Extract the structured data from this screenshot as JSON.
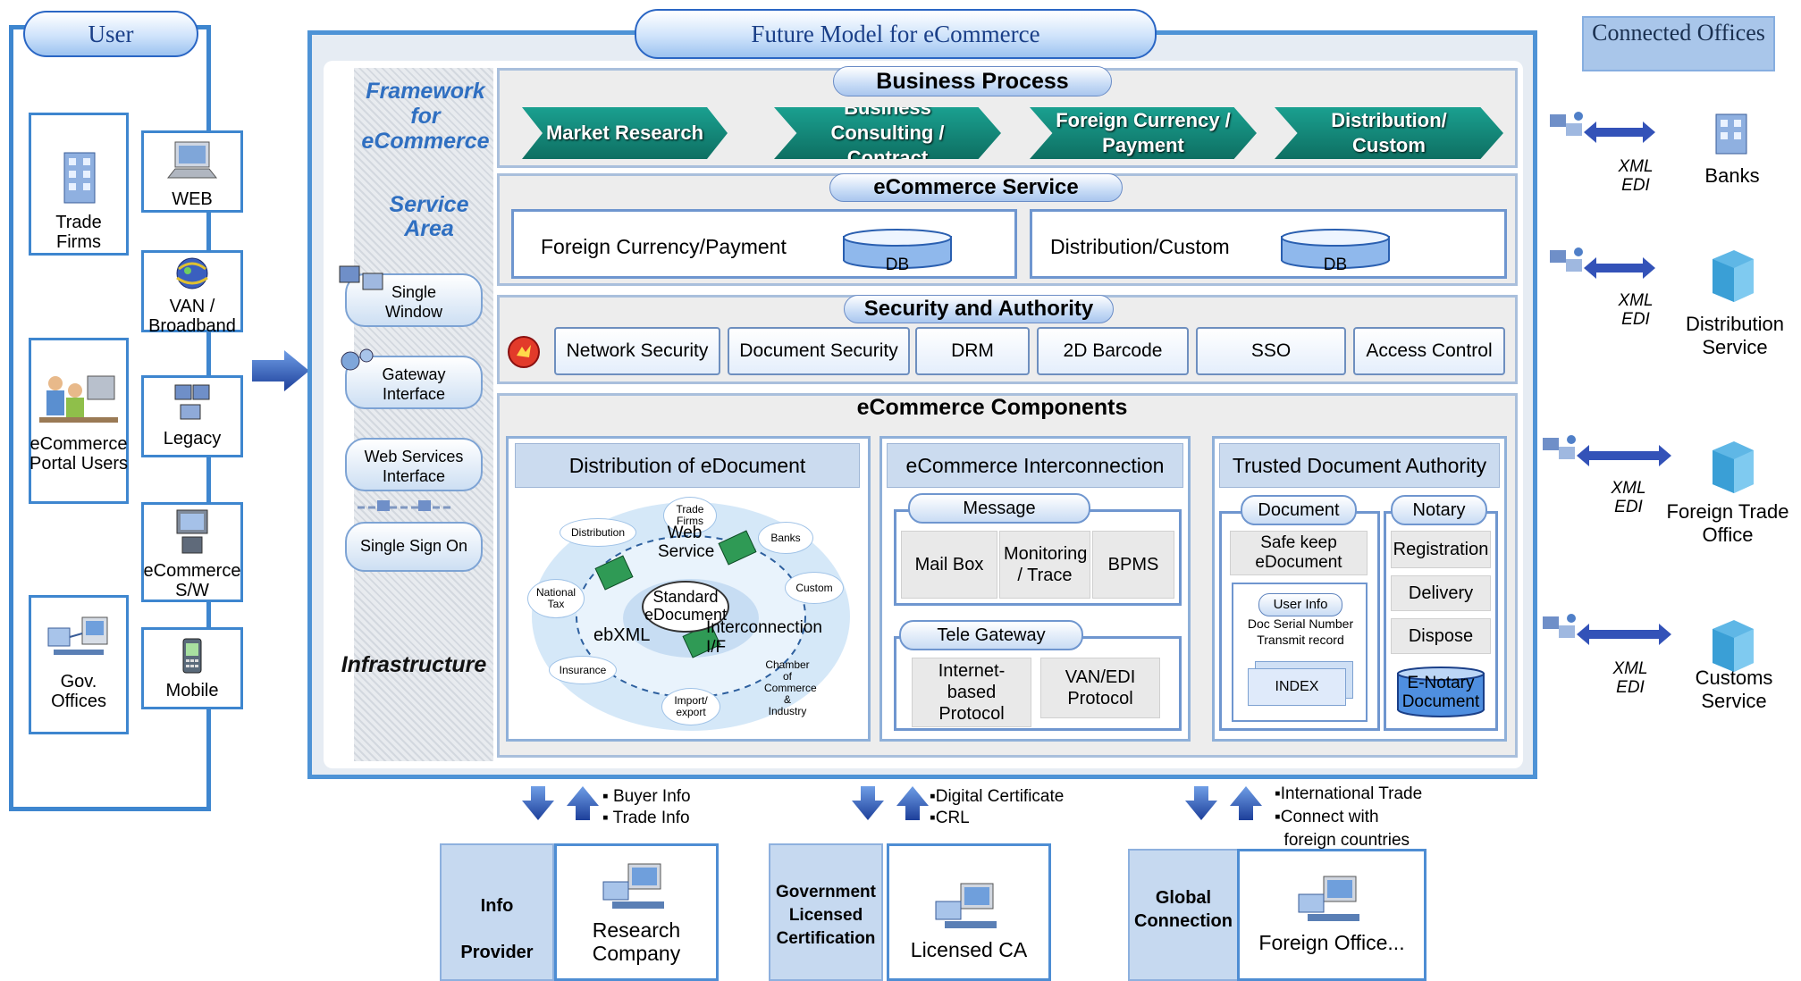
{
  "user_panel": {
    "title": "User",
    "items": [
      {
        "label": "Trade Firms",
        "icon": "office-building-icon"
      },
      {
        "label": "WEB",
        "icon": "laptop-icon"
      },
      {
        "label": "VAN / Broadband",
        "icon": "globe-network-icon"
      },
      {
        "label": "Legacy",
        "icon": "server-cluster-icon"
      },
      {
        "label": "eCommerce Portal Users",
        "icon": "people-at-computer-icon"
      },
      {
        "label": "eCommerce S/W",
        "icon": "computer-software-icon"
      },
      {
        "label": "Gov. Offices",
        "icon": "government-network-icon"
      },
      {
        "label": "Mobile",
        "icon": "mobile-phone-icon"
      }
    ]
  },
  "main": {
    "title": "Future Model for eCommerce",
    "framework_label": "Framework for eCommerce",
    "service_area_label": "Service Area",
    "infrastructure_label": "Infrastructure",
    "side_services": [
      "Single Window",
      "Gateway Interface",
      "Web Services Interface",
      "Single Sign On"
    ],
    "business_process": {
      "title": "Business Process",
      "steps": [
        "Market Research",
        "Business Consulting / Contract",
        "Foreign Currency / Payment",
        "Distribution/ Custom"
      ]
    },
    "ecommerce_service": {
      "title": "eCommerce Service",
      "items": [
        {
          "label": "Foreign Currency/Payment",
          "db": "DB"
        },
        {
          "label": "Distribution/Custom",
          "db": "DB"
        }
      ]
    },
    "security": {
      "title": "Security and Authority",
      "items": [
        "Network Security",
        "Document Security",
        "DRM",
        "2D Barcode",
        "SSO",
        "Access Control"
      ]
    },
    "components": {
      "title": "eCommerce Components",
      "distribution": {
        "title": "Distribution of eDocument",
        "center": "Standard eDocument",
        "web_service": "Web Service",
        "ebxml": "ebXML",
        "interconnection": "Interconnection I/F",
        "nodes": [
          "Trade Firms",
          "Banks",
          "Custom",
          "Chamber of Commerce & Industry",
          "Import/ export",
          "Insurance",
          "National Tax",
          "Distribution"
        ]
      },
      "interconnection": {
        "title": "eCommerce Interconnection",
        "message_title": "Message",
        "message_items": [
          "Mail Box",
          "Monitoring / Trace",
          "BPMS"
        ],
        "gateway_title": "Tele Gateway",
        "gateway_items": [
          "Internet-based Protocol",
          "VAN/EDI Protocol"
        ]
      },
      "trusted": {
        "title": "Trusted Document Authority",
        "document_title": "Document",
        "safe_keep": "Safe keep eDocument",
        "user_info": "User Info",
        "doc_serial": "Doc Serial Number",
        "transmit": "Transmit record",
        "index": "INDEX",
        "notary_title": "Notary",
        "notary_items": [
          "Registration",
          "Delivery",
          "Dispose"
        ],
        "e_notary": "E-Notary Document"
      }
    }
  },
  "connected": {
    "title": "Connected Offices",
    "link_label_1": "XML",
    "link_label_2": "EDI",
    "offices": [
      "Banks",
      "Distribution Service",
      "Foreign Trade Office",
      "Customs Service"
    ]
  },
  "bottom": [
    {
      "head": [
        "Info",
        "Provider"
      ],
      "box": "Research Company",
      "bullets": [
        "▪ Buyer Info",
        "▪ Trade Info"
      ]
    },
    {
      "head": [
        "Government",
        "Licensed",
        "Certification"
      ],
      "box": "Licensed CA",
      "bullets": [
        "▪Digital Certificate",
        "▪CRL"
      ]
    },
    {
      "head": [
        "Global",
        "Connection"
      ],
      "box": "Foreign Office...",
      "bullets": [
        "▪International Trade",
        "▪Connect with",
        "  foreign countries"
      ]
    }
  ],
  "colors": {
    "frame_blue": "#4e93d6",
    "chevron_teal": "#0e6f62",
    "heading_blue": "#2f6fc1"
  }
}
